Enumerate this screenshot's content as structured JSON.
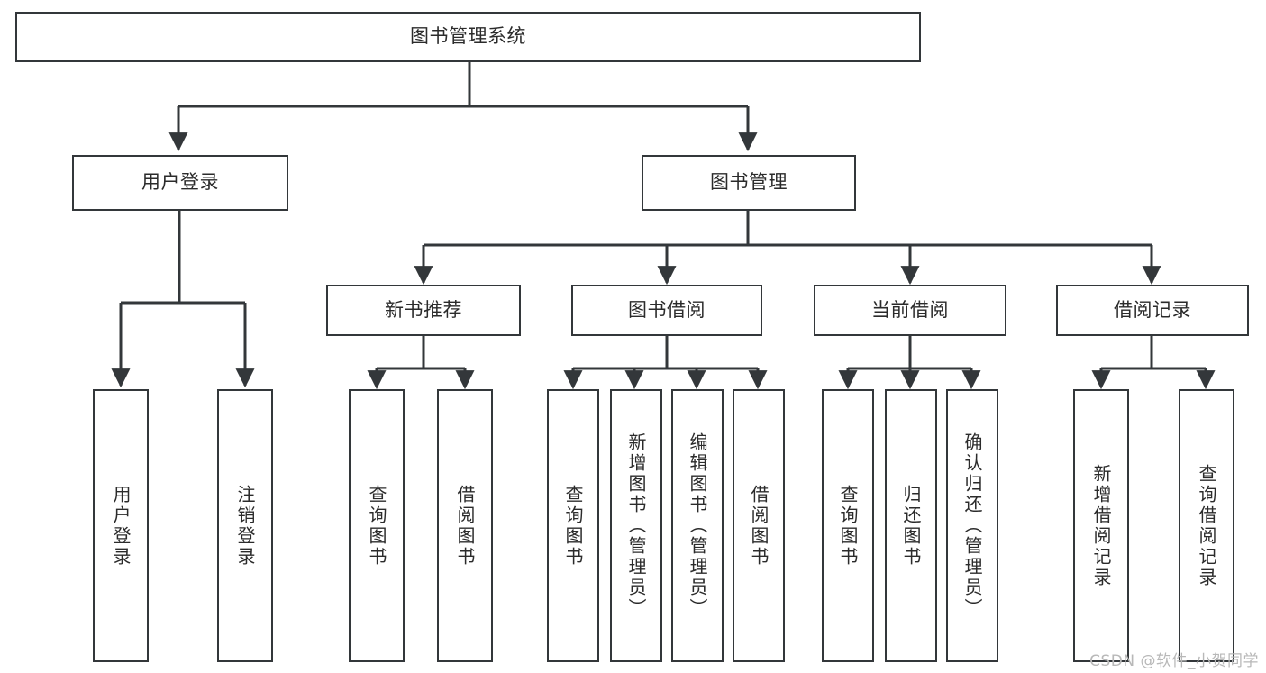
{
  "diagram": {
    "title_node": {
      "label": "图书管理系统"
    },
    "level2": [
      {
        "name": "user-login",
        "label": "用户登录"
      },
      {
        "name": "book-management",
        "label": "图书管理"
      }
    ],
    "level3": [
      {
        "name": "new-book-recommendation",
        "label": "新书推荐"
      },
      {
        "name": "book-borrowing",
        "label": "图书借阅"
      },
      {
        "name": "current-borrowing",
        "label": "当前借阅"
      },
      {
        "name": "borrowing-records",
        "label": "借阅记录"
      }
    ],
    "leaves": {
      "user_login": [
        {
          "name": "leaf-user-login",
          "label": "用户登录"
        },
        {
          "name": "leaf-logout",
          "label": "注销登录"
        }
      ],
      "new_book_recommendation": [
        {
          "name": "leaf-query-book-1",
          "label": "查询图书"
        },
        {
          "name": "leaf-borrow-book-1",
          "label": "借阅图书"
        }
      ],
      "book_borrowing": [
        {
          "name": "leaf-query-book-2",
          "label": "查询图书"
        },
        {
          "name": "leaf-add-book",
          "label": "新增图书（管理员）"
        },
        {
          "name": "leaf-edit-book",
          "label": "编辑图书（管理员）"
        },
        {
          "name": "leaf-borrow-book-2",
          "label": "借阅图书"
        }
      ],
      "current_borrowing": [
        {
          "name": "leaf-query-book-3",
          "label": "查询图书"
        },
        {
          "name": "leaf-return-book",
          "label": "归还图书"
        },
        {
          "name": "leaf-confirm-return",
          "label": "确认归还（管理员）"
        }
      ],
      "borrowing_records": [
        {
          "name": "leaf-add-record",
          "label": "新增借阅记录"
        },
        {
          "name": "leaf-query-record",
          "label": "查询借阅记录"
        }
      ]
    },
    "watermark": "CSDN @软件_小贺同学",
    "colors": {
      "stroke": "#33373a",
      "text": "#2b2b2b",
      "background": "#ffffff",
      "watermark": "#b8b8b8"
    }
  }
}
